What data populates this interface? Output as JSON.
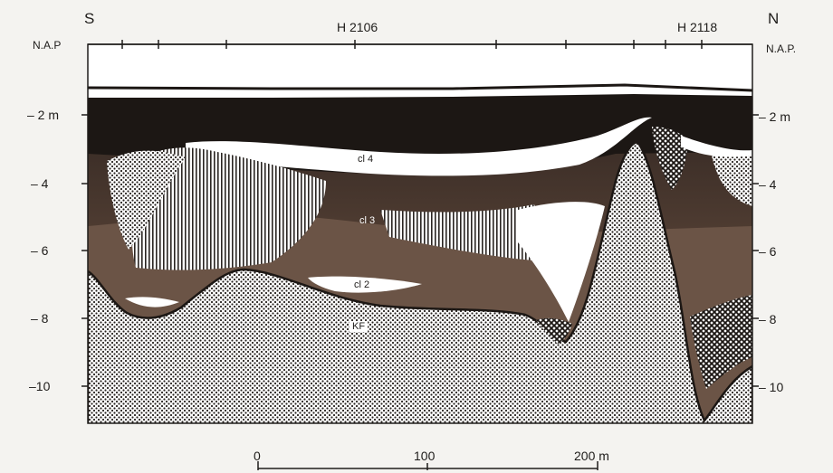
{
  "header": {
    "south": "S",
    "north": "N",
    "nap_left": "N.A.P",
    "nap_right": "N.A.P."
  },
  "boreholes": [
    "H 2106",
    "H 2118"
  ],
  "depth_labels_left": [
    "– 2 m",
    "– 4",
    "– 6",
    "– 8",
    "–10"
  ],
  "depth_labels_right": [
    "– 2 m",
    "– 4",
    "– 6",
    "– 8",
    "– 10"
  ],
  "layer_labels": {
    "cl4": "cl 4",
    "cl3": "cl 3",
    "cl2": "cl 2",
    "kf": "KF"
  },
  "scale_bar": {
    "labels": [
      "0",
      "100",
      "200 m"
    ]
  },
  "colors": {
    "frame": "#1e1c1a",
    "dark_layer": "#1c1714",
    "brown_layer": "#4a3a31",
    "mid_brown": "#6b5446",
    "background": "#f4f3f0"
  }
}
